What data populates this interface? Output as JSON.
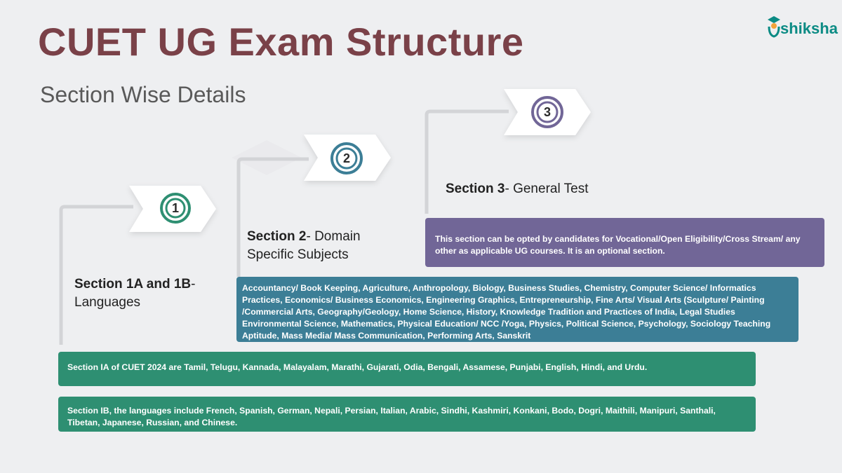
{
  "header": {
    "title": "CUET UG Exam Structure",
    "subtitle": "Section Wise Details"
  },
  "logo": {
    "text": "shiksha",
    "icon": "graduate-cap-logo-icon",
    "color": "#0b8b84"
  },
  "steps": [
    {
      "number": "1",
      "color": "#2e8f72"
    },
    {
      "number": "2",
      "color": "#3c7e96"
    },
    {
      "number": "3",
      "color": "#716697"
    }
  ],
  "sections": {
    "s1": {
      "title_bold": "Section 1A and 1B",
      "title_rest_1": "-",
      "title_rest_2": "Languages"
    },
    "s2": {
      "title_bold": "Section 2",
      "title_rest_1": "- Domain",
      "title_rest_2": "Specific Subjects"
    },
    "s3": {
      "title_bold": "Section 3",
      "title_rest_1": "- General Test"
    }
  },
  "boxes": {
    "general_test": "This section can be opted by candidates for Vocational/Open Eligibility/Cross Stream/ any other as applicable UG courses. It is an optional section.",
    "domain_subjects": "Accountancy/ Book Keeping, Agriculture, Anthropology, Biology, Business Studies, Chemistry, Computer Science/ Informatics Practices, Economics/ Business Economics, Engineering Graphics, Entrepreneurship, Fine Arts/ Visual Arts (Sculpture/ Painting /Commercial Arts, Geography/Geology, Home Science, History, Knowledge Tradition and Practices of India, Legal Studies Environmental Science, Mathematics, Physical Education/ NCC /Yoga, Physics, Political Science, Psychology, Sociology Teaching Aptitude, Mass Media/ Mass Communication, Performing Arts, Sanskrit",
    "section_1a": "Section IA of CUET 2024 are Tamil, Telugu, Kannada, Malayalam, Marathi, Gujarati, Odia, Bengali, Assamese, Punjabi, English, Hindi, and Urdu.",
    "section_1b": "Section IB, the languages include French, Spanish, German, Nepali, Persian, Italian, Arabic, Sindhi, Kashmiri, Konkani, Bodo, Dogri, Maithili, Manipuri, Santhali, Tibetan, Japanese, Russian, and Chinese."
  },
  "colors": {
    "title": "#7a4148",
    "green": "#2e8f72",
    "blue": "#3c7e96",
    "purple": "#716697",
    "background": "#eeeff1"
  }
}
